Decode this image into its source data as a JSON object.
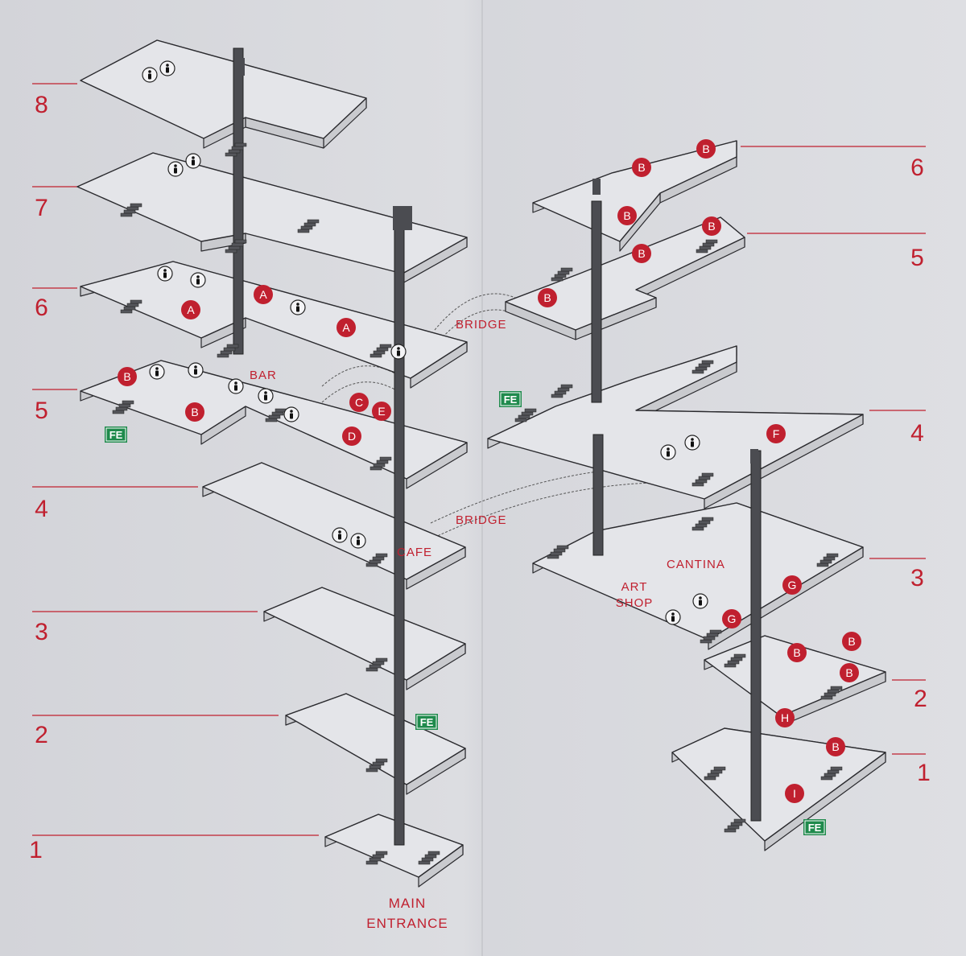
{
  "accent_color": "#c0202f",
  "exit_color": "#1f8a4c",
  "left": {
    "floors": [
      "8",
      "7",
      "6",
      "5",
      "4",
      "3",
      "2",
      "1"
    ],
    "labels": {
      "bar": "BAR",
      "cafe": "CAFE",
      "bridge": "BRIDGE",
      "main_entrance_1": "MAIN",
      "main_entrance_2": "ENTRANCE",
      "fe_5": "FE",
      "fe_2": "FE"
    },
    "markers": [
      "A",
      "A",
      "A",
      "B",
      "B",
      "C",
      "E",
      "D"
    ]
  },
  "right": {
    "floors": [
      "6",
      "5",
      "4",
      "3",
      "2",
      "1"
    ],
    "labels": {
      "bridge": "BRIDGE",
      "cantina": "CANTINA",
      "art_1": "ART",
      "art_2": "SHOP",
      "fe_4": "FE",
      "fe_1": "FE"
    },
    "markers": [
      "B",
      "B",
      "B",
      "B",
      "B",
      "B",
      "B",
      "F",
      "G",
      "G",
      "B",
      "B",
      "B",
      "H",
      "B",
      "I"
    ]
  },
  "icons": [
    "restroom-icon",
    "stairs-icon",
    "elevator-icon"
  ]
}
